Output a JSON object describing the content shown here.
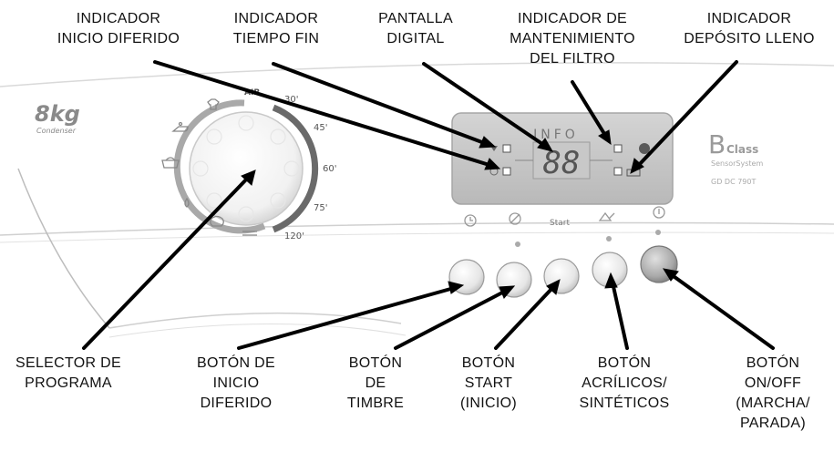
{
  "callouts": {
    "inicio_diferido_indicator": "INDICADOR\nINICIO DIFERIDO",
    "tiempo_fin_indicator": "INDICADOR\nTIEMPO FIN",
    "pantalla_digital": "PANTALLA\nDIGITAL",
    "filtro_indicator": "INDICADOR DE\nMANTENIMIENTO\nDEL FILTRO",
    "deposito_indicator": "INDICADOR\nDEPÓSITO LLENO",
    "selector_programa": "SELECTOR DE\nPROGRAMA",
    "boton_inicio_diferido": "BOTÓN DE\nINICIO\nDIFERIDO",
    "boton_timbre": "BOTÓN\nDE\nTIMBRE",
    "boton_start": "BOTÓN\nSTART\n(INICIO)",
    "boton_acrilicos": "BOTÓN\nACRÍLICOS/\nSINTÉTICOS",
    "boton_onoff": "BOTÓN\nON/OFF\n(MARCHA/\nPARADA)"
  },
  "panel": {
    "capacity": "8kg",
    "type": "Condenser",
    "display_title": "INFO",
    "display_value": "88",
    "class_big": "B",
    "class_word": "Class",
    "class_sub": "SensorSystem",
    "model": "GD DC 790T",
    "start_label": "Start",
    "dial_air": "AIR",
    "dial_30": "30'",
    "dial_45": "45'",
    "dial_60": "60'",
    "dial_75": "75'",
    "dial_120": "120'"
  }
}
